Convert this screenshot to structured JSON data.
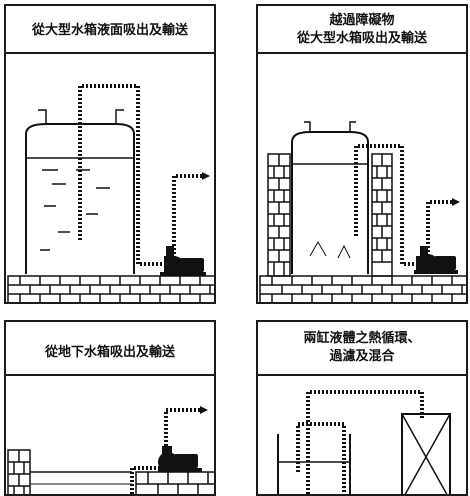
{
  "panels": [
    {
      "id": "p1",
      "title": "從大型水箱液面吸出及輸送"
    },
    {
      "id": "p2",
      "title_line1": "越過障礙物",
      "title_line2": "從大型水箱吸出及輸送"
    },
    {
      "id": "p3",
      "title": "從地下水箱吸出及輸送"
    },
    {
      "id": "p4",
      "title_line1": "兩缸液體之熱循環、",
      "title_line2": "過濾及混合"
    }
  ]
}
